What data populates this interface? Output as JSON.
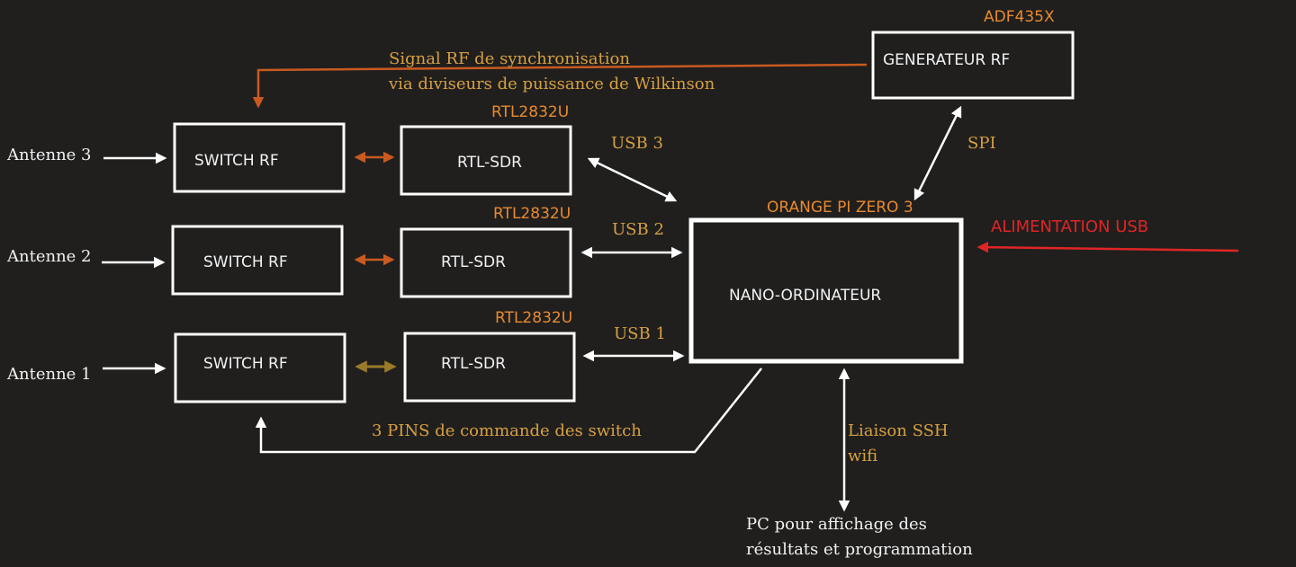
{
  "inputs": {
    "antenna_3": "Antenne 3",
    "antenna_2": "Antenne 2",
    "antenna_1": "Antenne 1"
  },
  "switches": {
    "switch_3": "SWITCH RF",
    "switch_2": "SWITCH RF",
    "switch_1": "SWITCH RF"
  },
  "sdrs": {
    "sdr_3_label": "RTL-SDR",
    "sdr_3_chip": "RTL2832U",
    "sdr_2_label": "RTL-SDR",
    "sdr_2_chip": "RTL2832U",
    "sdr_1_label": "RTL-SDR",
    "sdr_1_chip": "RTL2832U"
  },
  "usb": {
    "usb_3": "USB 3",
    "usb_2": "USB 2",
    "usb_1": "USB 1"
  },
  "computer": {
    "label": "NANO-ORDINATEUR",
    "model": "ORANGE PI ZERO 3"
  },
  "generator": {
    "label": "GENERATEUR RF",
    "chip": "ADF435X",
    "bus": "SPI"
  },
  "power": {
    "label": "ALIMENTATION USB"
  },
  "sync": {
    "line1": "Signal RF de synchronisation",
    "line2": "via diviseurs de puissance de Wilkinson"
  },
  "control": {
    "label": "3 PINS de commande des switch"
  },
  "ssh": {
    "line1": "Liaison SSH",
    "line2": "wifi"
  },
  "pc": {
    "line1": "PC pour affichage des",
    "line2": "résultats et programmation"
  },
  "colors": {
    "background": "#201f1e",
    "box_stroke": "#ffffff",
    "chip_label": "#e98a2e",
    "annotation": "#d7a040",
    "sync_line": "#c95a20",
    "power_line": "#e02525"
  }
}
